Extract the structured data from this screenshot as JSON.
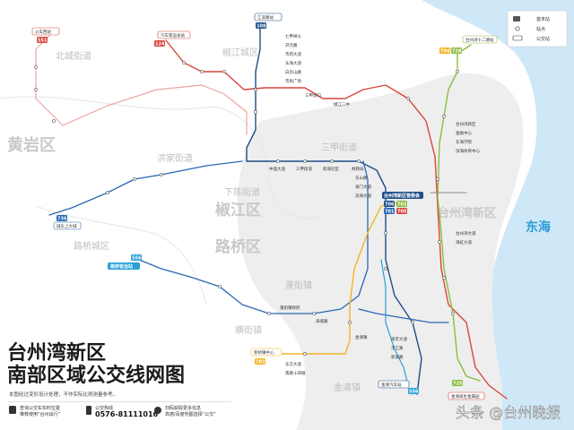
{
  "title_line1": "台州湾新区",
  "title_line2": "南部区域公交线网图",
  "note": "本图经过变形设计处理，不作实际比例测量参考。",
  "districts": [
    "黄岩区",
    "椒江区",
    "路桥区",
    "台州湾新区"
  ],
  "districts_minor": [
    "北城街道",
    "椒江城区",
    "三甲街道",
    "洪家街道",
    "下陈街道",
    "路桥城区",
    "蓬街镇",
    "横街镇",
    "金清镇"
  ],
  "sea_label": "东海",
  "terminals": {
    "north_station": "江滨路站",
    "northwest_station": "火车西站",
    "west_station": "汽车客运总站",
    "center_station": "台州湾新区管委会",
    "left_station": "城东上大城",
    "mid_station": "路桥客运站",
    "south_station_left": "金清汽车站",
    "south_station_right": "金清再生金属园",
    "bottom_station": "新桥镇中心",
    "east_station": "台州湾十二塘站"
  },
  "route_tags": {
    "r108": "108",
    "r124": "124",
    "r551": "551",
    "r556": "556",
    "r701": "701",
    "r702": "702",
    "r703": "703",
    "r704": "704",
    "r705": "705",
    "r706": "706",
    "r725": "725",
    "r728": "728",
    "r736": "736"
  },
  "legend": {
    "hub": "首末站",
    "station": "站点",
    "terminal": "公交站"
  },
  "stops_north": [
    "七甲闸头",
    "开元路",
    "市府大道",
    "东海大道",
    "白云山路",
    "市民广场",
    "三甲渡口",
    "椒江二中"
  ],
  "stops_center": [
    "中盛大道",
    "三甲街道",
    "新城社区",
    "财政局",
    "东山路",
    "海门大道",
    "滨海大道",
    "台州湾新区管委会"
  ],
  "stops_east": [
    "台州湾新区",
    "金融中心",
    "东海学院",
    "滨海体育中心",
    "台州湾大道",
    "海虹大道"
  ],
  "stops_south": [
    "蓬街镇政府",
    "海城路",
    "东方大道",
    "南路十四塘",
    "金清镇",
    "海丰大道",
    "丰汇路",
    "新安路"
  ],
  "footer": {
    "item1": "查询公交车实时位置\n推荐使用“台州出行”",
    "item2_label": "公交热线",
    "item2_phone": "0576-81111016",
    "item3": "扫码获取更多信息\n高德/百度地图选择“公交”"
  },
  "watermark": "头条 @台州晚报",
  "colors": {
    "sea": "#cfe8f7",
    "land_new_area": "#eeeeee",
    "red_line": "#d9453b",
    "blue_line": "#2868b3",
    "green_line": "#8bbe3f",
    "yellow_line": "#f4b427",
    "navy_line": "#1d4e89",
    "cyan_line": "#2aa0d8",
    "gray_line": "#8a8a8a",
    "pink_line": "#efa3a3"
  }
}
